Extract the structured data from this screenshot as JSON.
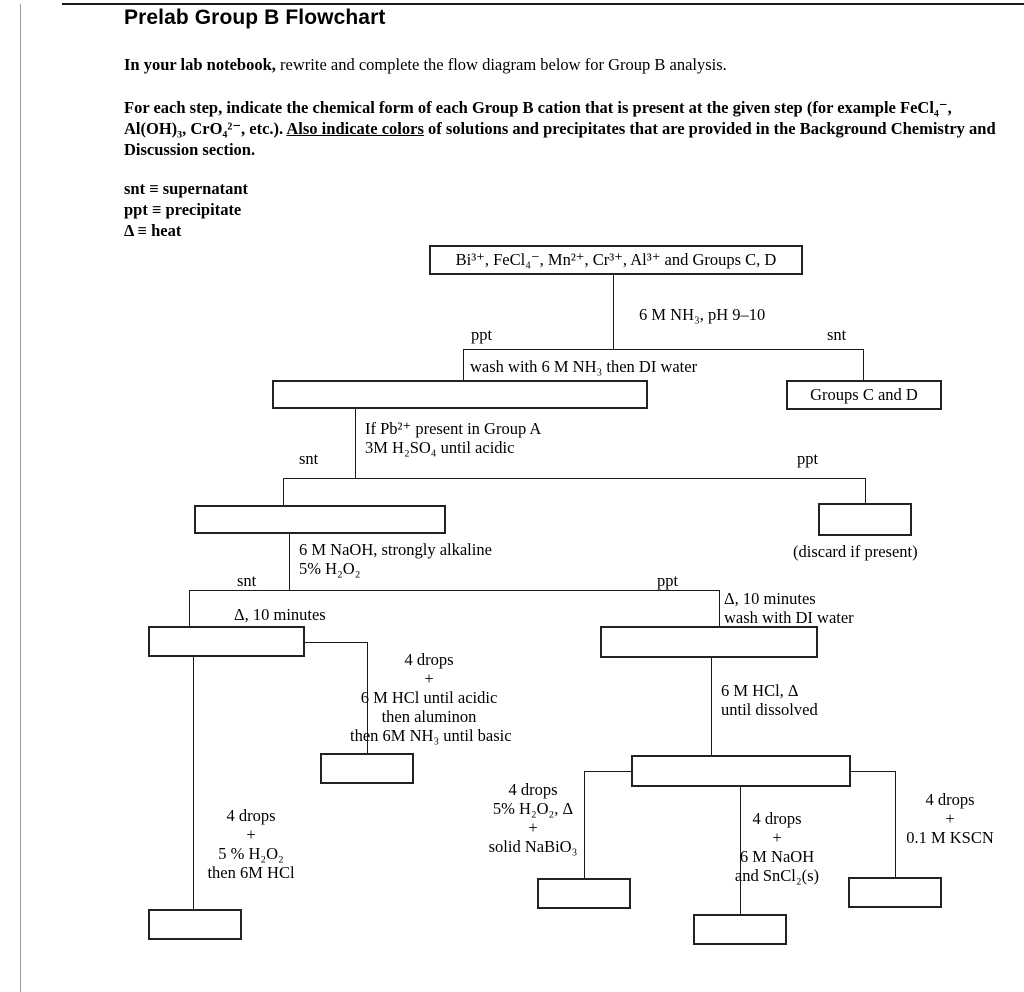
{
  "document": {
    "title": "Prelab Group B Flowchart",
    "intro_bold": "In your lab notebook,",
    "intro_rest": " rewrite and complete the flow diagram below for Group B analysis.",
    "instructions_part1": "For each step, indicate the chemical form of each Group B cation that is present at the given step (for example FeCl₄⁻, Al(OH)₃, CrO₄²⁻, etc.). ",
    "instructions_underlined": "Also indicate colors",
    "instructions_part2": " of solutions and precipitates that are provided in the Background Chemistry and Discussion section."
  },
  "legend": {
    "snt": "snt ≡ supernatant",
    "ppt": "ppt ≡ precipitate",
    "heat": "Δ ≡ heat"
  },
  "flowchart": {
    "nodes": {
      "start": "Bi³⁺, FeCl₄⁻, Mn²⁺, Cr³⁺, Al³⁺ and Groups C, D",
      "groups_cd": "Groups C and D",
      "ppt_level2": "",
      "snt_level3": "",
      "ppt_level3": "",
      "snt_level4": "",
      "ppt_level4": "",
      "aluminon_result": "",
      "hcl_dissolved": "",
      "mn_result": "",
      "bismuth_result": "",
      "kscn_result": "",
      "cr_result": ""
    },
    "edge_labels": {
      "nh3_ph": "6 M NH₃, pH 9–10",
      "ppt_1": "ppt",
      "snt_1": "snt",
      "wash_nh3": "wash with 6 M NH₃ then DI water",
      "pb_check_line1": "If Pb²⁺ present in Group A",
      "pb_check_line2": "3M H₂SO₄ until acidic",
      "snt_2": "snt",
      "ppt_2": "ppt",
      "discard": "(discard if present)",
      "naoh_line1": "6 M NaOH, strongly alkaline",
      "naoh_line2": "5% H₂O₂",
      "snt_3": "snt",
      "ppt_3": "ppt",
      "heat_10min_left": "Δ, 10 minutes",
      "heat_10min_right_line1": "Δ, 10 minutes",
      "heat_10min_right_line2": "wash with DI water",
      "aluminon_line1": "4 drops",
      "aluminon_line2": "+",
      "aluminon_line3": "6 M HCl until acidic",
      "aluminon_line4": "then aluminon",
      "aluminon_line5": "then 6M NH₃ until basic",
      "hcl_line1": "6 M HCl, Δ",
      "hcl_line2": "until dissolved",
      "h2o2_hcl_line1": "4 drops",
      "h2o2_hcl_line2": "+",
      "h2o2_hcl_line3": "5 % H₂O₂",
      "h2o2_hcl_line4": "then 6M HCl",
      "nabio3_line1": "4 drops",
      "nabio3_line2": "5% H₂O₂, Δ",
      "nabio3_line3": "+",
      "nabio3_line4": "solid NaBiO₃",
      "sncl2_line1": "4 drops",
      "sncl2_line2": "+",
      "sncl2_line3": "6 M NaOH",
      "sncl2_line4": "and SnCl₂(s)",
      "kscn_line1": "4 drops",
      "kscn_line2": "+",
      "kscn_line3": "0.1 M KSCN"
    }
  },
  "colors": {
    "ink": "#000000",
    "box_border": "#222222",
    "background": "#ffffff"
  }
}
